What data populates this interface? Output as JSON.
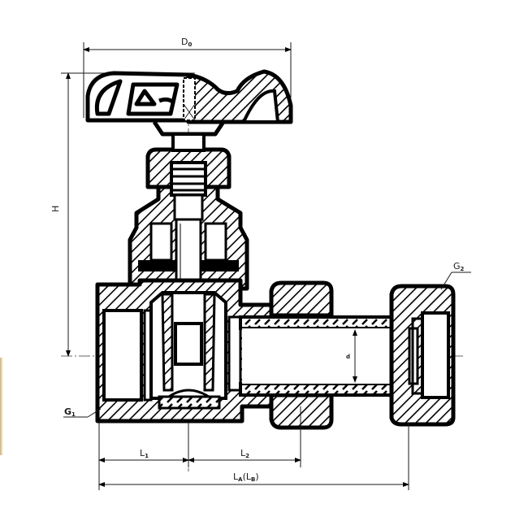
{
  "drawing": {
    "title": "Angle globe valve with union connection - sectional view",
    "dimensions": {
      "D0": {
        "main": "D",
        "sub": "0"
      },
      "H": {
        "main": "H"
      },
      "G1": {
        "main": "G",
        "sub": "1"
      },
      "G2": {
        "main": "G",
        "sub": "2"
      },
      "d": {
        "main": "d"
      },
      "L1": {
        "main": "L",
        "sub": "1"
      },
      "L2": {
        "main": "L",
        "sub": "2"
      },
      "LA_LB": {
        "main": "L",
        "sub": "A",
        "paren_main": "L",
        "paren_sub": "B"
      }
    },
    "colors": {
      "outline": "#000000",
      "hatch": "#000000",
      "background": "#ffffff",
      "dimension_line": "#1a1a1a"
    }
  }
}
